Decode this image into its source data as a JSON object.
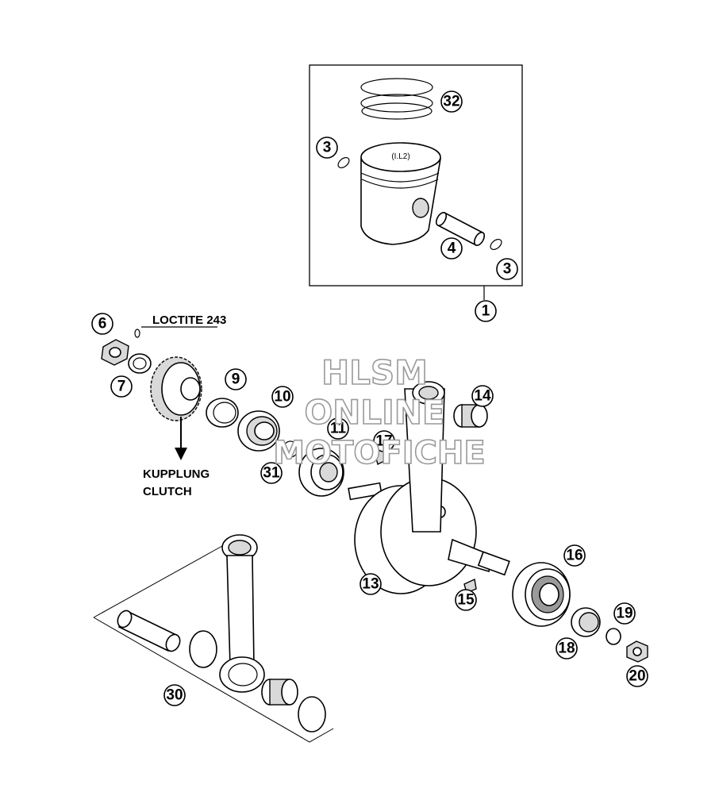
{
  "callouts": [
    {
      "id": "c1",
      "number": "1"
    },
    {
      "id": "c3a",
      "number": "3"
    },
    {
      "id": "c3b",
      "number": "3"
    },
    {
      "id": "c4",
      "number": "4"
    },
    {
      "id": "c6",
      "number": "6"
    },
    {
      "id": "c7",
      "number": "7"
    },
    {
      "id": "c9",
      "number": "9"
    },
    {
      "id": "c10",
      "number": "10"
    },
    {
      "id": "c11",
      "number": "11"
    },
    {
      "id": "c13",
      "number": "13"
    },
    {
      "id": "c14",
      "number": "14"
    },
    {
      "id": "c15",
      "number": "15"
    },
    {
      "id": "c16",
      "number": "16"
    },
    {
      "id": "c17",
      "number": "17"
    },
    {
      "id": "c18",
      "number": "18"
    },
    {
      "id": "c19",
      "number": "19"
    },
    {
      "id": "c20",
      "number": "20"
    },
    {
      "id": "c30",
      "number": "30"
    },
    {
      "id": "c31",
      "number": "31"
    },
    {
      "id": "c32",
      "number": "32"
    }
  ],
  "labels": {
    "loctite": "LOCTITE 243",
    "clutch_de": "KUPPLUNG",
    "clutch_en": "CLUTCH"
  },
  "watermark": {
    "line1": "HLSM",
    "line2": "ONLINE",
    "line3": "MOTOFICHE"
  }
}
